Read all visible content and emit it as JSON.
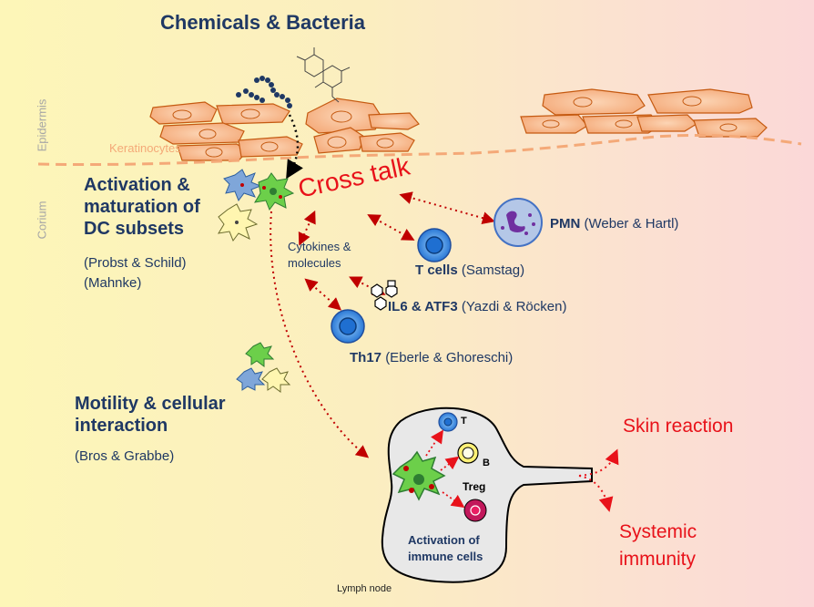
{
  "title": "Chemicals & Bacteria",
  "layers": {
    "epidermis": "Epidermis",
    "corium": "Corium",
    "keratinocytes": "Keratinocytes"
  },
  "activation": {
    "heading_line1": "Activation &",
    "heading_line2": "maturation of",
    "heading_line3": "DC subsets",
    "ref1": "(Probst & Schild)",
    "ref2": "(Mahnke)"
  },
  "cross_talk": "Cross talk",
  "cytokines_line1": "Cytokines &",
  "cytokines_line2": "molecules",
  "pmn": {
    "label": "PMN",
    "ref": "(Weber & Hartl)"
  },
  "tcells": {
    "label": "T cells",
    "ref": "(Samstag)"
  },
  "il6": {
    "label": "IL6 & ATF3",
    "ref": "(Yazdi & Röcken)"
  },
  "th17": {
    "label": "Th17",
    "ref": "(Eberle & Ghoreschi)"
  },
  "motility": {
    "heading_line1": "Motility & cellular",
    "heading_line2": "interaction",
    "ref": "(Bros & Grabbe)"
  },
  "lymph_node": {
    "label": "Lymph node",
    "t": "T",
    "b": "B",
    "treg": "Treg",
    "activation_line1": "Activation of",
    "activation_line2": "immune cells"
  },
  "outcomes": {
    "skin_reaction": "Skin reaction",
    "systemic_line1": "Systemic",
    "systemic_line2": "immunity"
  },
  "colors": {
    "navy": "#1f3864",
    "red": "#e8121a",
    "dashed_red": "#c00000",
    "keratinocyte": "#f4b183",
    "keratinocyte_border": "#c55a11",
    "blue_cell": "#1f6fd1",
    "green_dc": "#6ccf4a",
    "lymph_gray": "#e8e8e8"
  }
}
